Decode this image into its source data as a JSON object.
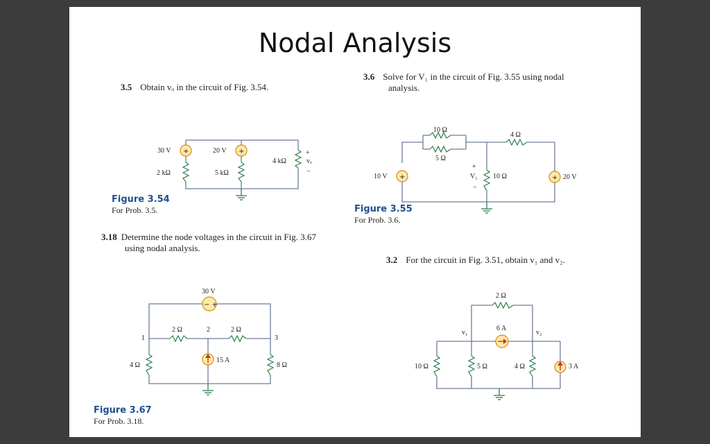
{
  "title": "Nodal Analysis",
  "problems": {
    "p35": {
      "number": "3.5",
      "text": "Obtain vₒ in the circuit of Fig. 3.54."
    },
    "p36": {
      "number": "3.6",
      "text_line1": "Solve for V₁ in the circuit of Fig. 3.55 using nodal",
      "text_line2": "analysis."
    },
    "p318": {
      "number": "3.18",
      "text_line1": "Determine the node voltages in the circuit in Fig. 3.67",
      "text_line2": "using nodal analysis."
    },
    "p32": {
      "number": "3.2",
      "text": "For the circuit in Fig. 3.51, obtain v₁ and v₂."
    }
  },
  "figures": {
    "fig354": {
      "caption": "Figure 3.54",
      "subcaption": "For Prob. 3.5.",
      "labels": {
        "v1": "30 V",
        "v2": "20 V",
        "r1": "2 kΩ",
        "r2": "5 kΩ",
        "r3": "4 kΩ",
        "vo": "vₒ",
        "plus": "+",
        "minus": "−"
      }
    },
    "fig355": {
      "caption": "Figure 3.55",
      "subcaption": "For Prob. 3.6.",
      "labels": {
        "r10top": "10 Ω",
        "r5": "5 Ω",
        "r4": "4 Ω",
        "vs1": "10 V",
        "v1": "V₁",
        "r10mid": "10 Ω",
        "vs2": "20 V",
        "plus": "+",
        "minus": "−"
      }
    },
    "fig367": {
      "caption": "Figure 3.67",
      "subcaption": "For Prob. 3.18.",
      "labels": {
        "vs": "30 V",
        "r2a": "2 Ω",
        "node2": "2",
        "r2b": "2 Ω",
        "node1": "1",
        "node3": "3",
        "r4": "4 Ω",
        "is": "15 A",
        "r8": "8 Ω"
      }
    },
    "fig351": {
      "labels": {
        "r2": "2 Ω",
        "is6": "6 A",
        "v1": "v₁",
        "v2": "v₂",
        "r10": "10 Ω",
        "r5": "5 Ω",
        "r4": "4 Ω",
        "is3": "3 A"
      }
    }
  }
}
